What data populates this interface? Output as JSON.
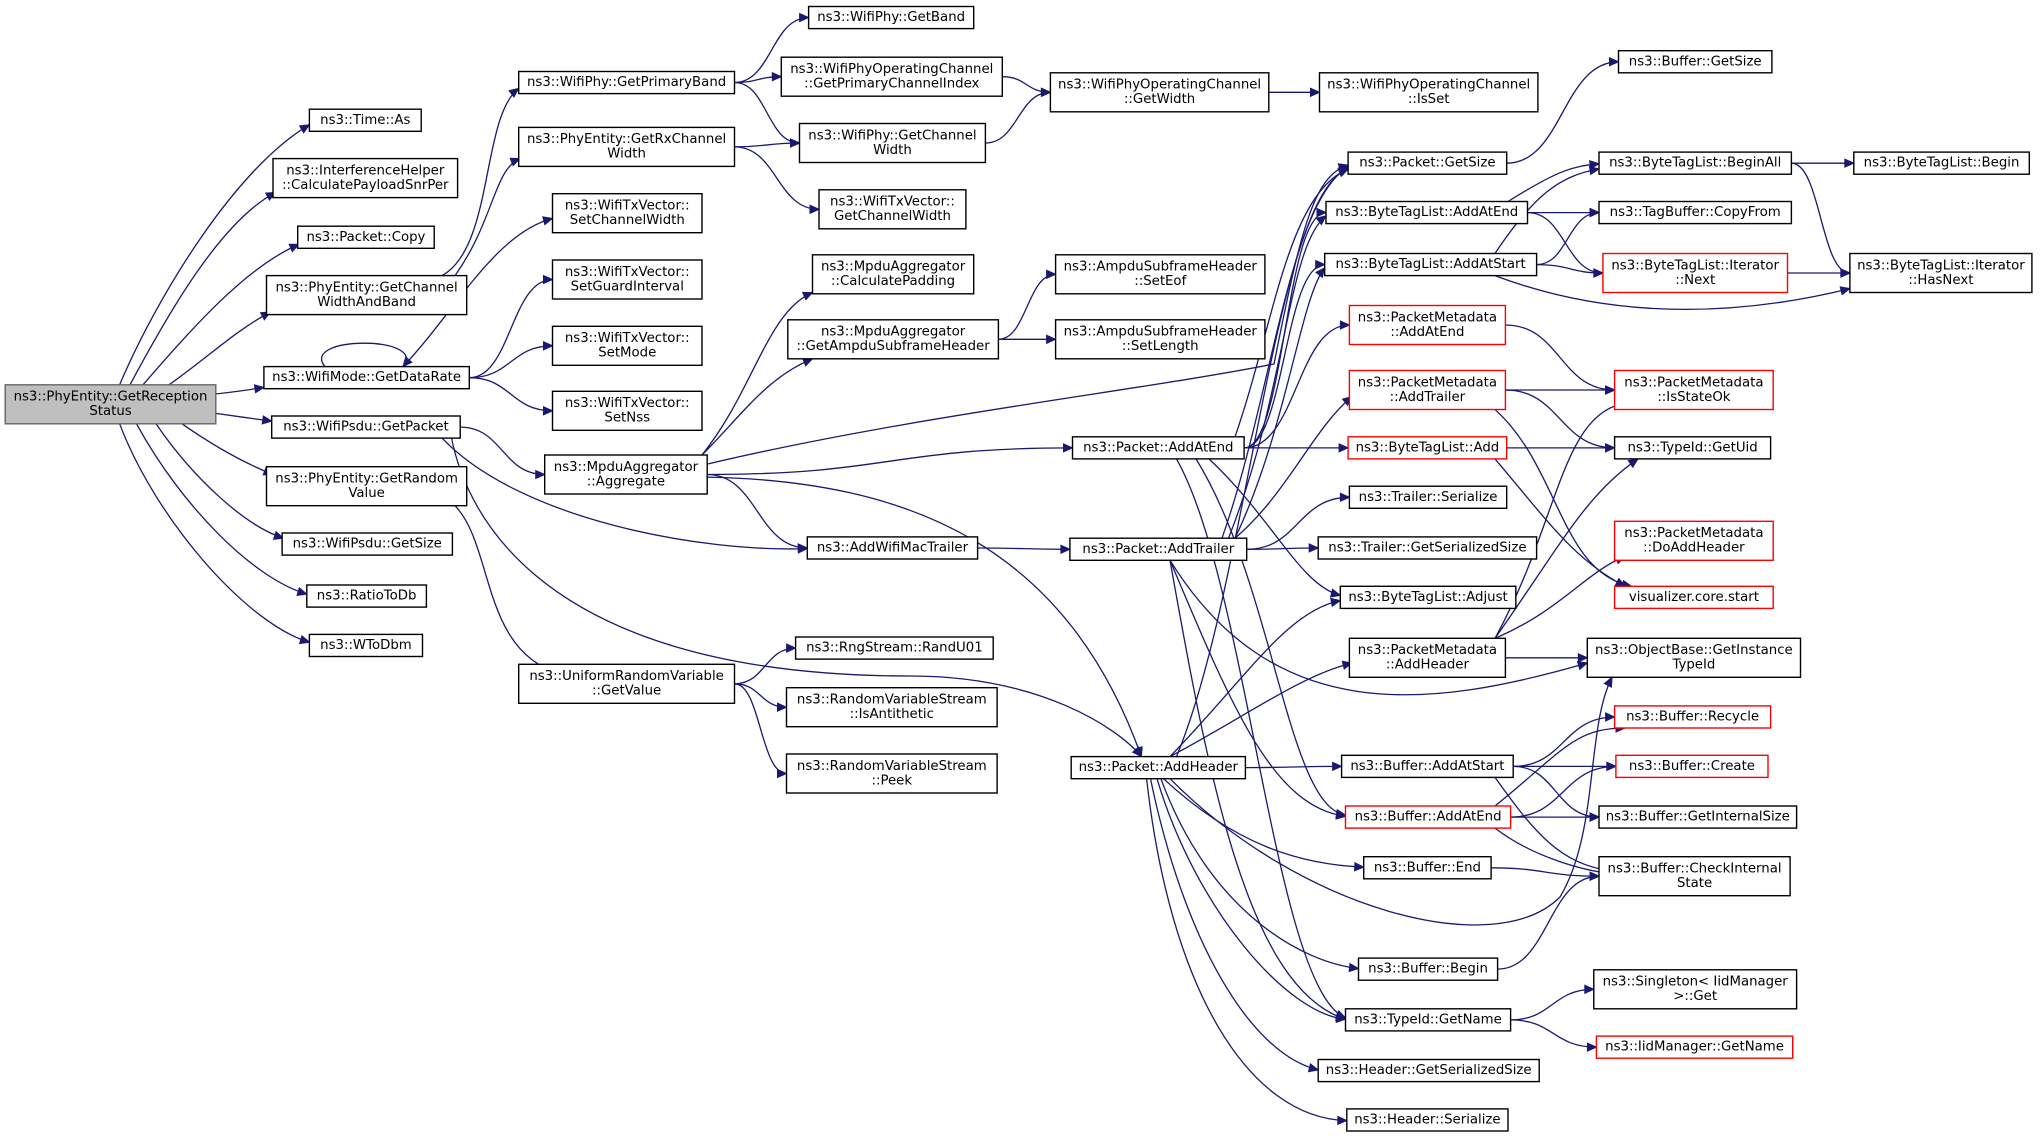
{
  "diagram": {
    "colors": {
      "edge": "#191970",
      "box": "#000000",
      "box_red": "#ff0000",
      "root_fill": "#bfbfbf",
      "root_stroke": "#666666"
    },
    "nodes": [
      {
        "id": "n0",
        "lines": [
          "ns3::PhyEntity::GetReception",
          "Status"
        ],
        "style": "root"
      },
      {
        "id": "n1",
        "lines": [
          "ns3::Time::As"
        ]
      },
      {
        "id": "n2",
        "lines": [
          "ns3::InterferenceHelper",
          "::CalculatePayloadSnrPer"
        ]
      },
      {
        "id": "n3",
        "lines": [
          "ns3::Packet::Copy"
        ]
      },
      {
        "id": "n4",
        "lines": [
          "ns3::PhyEntity::GetChannel",
          "WidthAndBand"
        ]
      },
      {
        "id": "n5",
        "lines": [
          "ns3::WifiMode::GetDataRate"
        ]
      },
      {
        "id": "n6",
        "lines": [
          "ns3::WifiPsdu::GetPacket"
        ]
      },
      {
        "id": "n7",
        "lines": [
          "ns3::PhyEntity::GetRandom",
          "Value"
        ]
      },
      {
        "id": "n8",
        "lines": [
          "ns3::WifiPsdu::GetSize"
        ]
      },
      {
        "id": "n9",
        "lines": [
          "ns3::RatioToDb"
        ]
      },
      {
        "id": "n10",
        "lines": [
          "ns3::WToDbm"
        ]
      },
      {
        "id": "n11",
        "lines": [
          "ns3::WifiPhy::GetPrimaryBand"
        ]
      },
      {
        "id": "n12",
        "lines": [
          "ns3::PhyEntity::GetRxChannel",
          "Width"
        ]
      },
      {
        "id": "n13",
        "lines": [
          "ns3::WifiTxVector::",
          "SetChannelWidth"
        ]
      },
      {
        "id": "n14",
        "lines": [
          "ns3::WifiTxVector::",
          "SetGuardInterval"
        ]
      },
      {
        "id": "n15",
        "lines": [
          "ns3::WifiTxVector::",
          "SetMode"
        ]
      },
      {
        "id": "n16",
        "lines": [
          "ns3::WifiTxVector::",
          "SetNss"
        ]
      },
      {
        "id": "n17",
        "lines": [
          "ns3::MpduAggregator",
          "::Aggregate"
        ]
      },
      {
        "id": "n18",
        "lines": [
          "ns3::UniformRandomVariable",
          "::GetValue"
        ]
      },
      {
        "id": "n19",
        "lines": [
          "ns3::WifiPhy::GetBand"
        ]
      },
      {
        "id": "n20",
        "lines": [
          "ns3::WifiPhyOperatingChannel",
          "::GetPrimaryChannelIndex"
        ]
      },
      {
        "id": "n21",
        "lines": [
          "ns3::WifiPhy::GetChannel",
          "Width"
        ]
      },
      {
        "id": "n22",
        "lines": [
          "ns3::WifiTxVector::",
          "GetChannelWidth"
        ]
      },
      {
        "id": "n23",
        "lines": [
          "ns3::MpduAggregator",
          "::CalculatePadding"
        ]
      },
      {
        "id": "n24",
        "lines": [
          "ns3::MpduAggregator",
          "::GetAmpduSubframeHeader"
        ]
      },
      {
        "id": "n25",
        "lines": [
          "ns3::AddWifiMacTrailer"
        ]
      },
      {
        "id": "n26",
        "lines": [
          "ns3::RngStream::RandU01"
        ]
      },
      {
        "id": "n27",
        "lines": [
          "ns3::RandomVariableStream",
          "::IsAntithetic"
        ]
      },
      {
        "id": "n28",
        "lines": [
          "ns3::RandomVariableStream",
          "::Peek"
        ]
      },
      {
        "id": "n29",
        "lines": [
          "ns3::WifiPhyOperatingChannel",
          "::GetWidth"
        ]
      },
      {
        "id": "n30",
        "lines": [
          "ns3::AmpduSubframeHeader",
          "::SetEof"
        ]
      },
      {
        "id": "n31",
        "lines": [
          "ns3::AmpduSubframeHeader",
          "::SetLength"
        ]
      },
      {
        "id": "n32",
        "lines": [
          "ns3::Packet::AddAtEnd"
        ]
      },
      {
        "id": "n33",
        "lines": [
          "ns3::Packet::AddTrailer"
        ]
      },
      {
        "id": "n34",
        "lines": [
          "ns3::Packet::AddHeader"
        ]
      },
      {
        "id": "n35",
        "lines": [
          "ns3::WifiPhyOperatingChannel",
          "::IsSet"
        ]
      },
      {
        "id": "n36",
        "lines": [
          "ns3::Packet::GetSize"
        ]
      },
      {
        "id": "n37",
        "lines": [
          "ns3::ByteTagList::AddAtEnd"
        ]
      },
      {
        "id": "n38",
        "lines": [
          "ns3::ByteTagList::AddAtStart"
        ]
      },
      {
        "id": "n39",
        "lines": [
          "ns3::PacketMetadata",
          "::AddAtEnd"
        ],
        "style": "red"
      },
      {
        "id": "n40",
        "lines": [
          "ns3::PacketMetadata",
          "::AddTrailer"
        ],
        "style": "red"
      },
      {
        "id": "n41",
        "lines": [
          "ns3::ByteTagList::Add"
        ],
        "style": "red"
      },
      {
        "id": "n42",
        "lines": [
          "ns3::Trailer::Serialize"
        ]
      },
      {
        "id": "n43",
        "lines": [
          "ns3::Trailer::GetSerializedSize"
        ]
      },
      {
        "id": "n44",
        "lines": [
          "ns3::ByteTagList::Adjust"
        ]
      },
      {
        "id": "n45",
        "lines": [
          "ns3::PacketMetadata",
          "::AddHeader"
        ]
      },
      {
        "id": "n46",
        "lines": [
          "ns3::Buffer::AddAtStart"
        ]
      },
      {
        "id": "n47",
        "lines": [
          "ns3::Buffer::AddAtEnd"
        ],
        "style": "red"
      },
      {
        "id": "n48",
        "lines": [
          "ns3::Buffer::End"
        ]
      },
      {
        "id": "n49",
        "lines": [
          "ns3::Buffer::Begin"
        ]
      },
      {
        "id": "n50",
        "lines": [
          "ns3::TypeId::GetName"
        ]
      },
      {
        "id": "n51",
        "lines": [
          "ns3::Header::GetSerializedSize"
        ]
      },
      {
        "id": "n52",
        "lines": [
          "ns3::Header::Serialize"
        ]
      },
      {
        "id": "n53",
        "lines": [
          "ns3::Buffer::GetSize"
        ]
      },
      {
        "id": "n54",
        "lines": [
          "ns3::ByteTagList::BeginAll"
        ]
      },
      {
        "id": "n55",
        "lines": [
          "ns3::TagBuffer::CopyFrom"
        ]
      },
      {
        "id": "n56",
        "lines": [
          "ns3::ByteTagList::Iterator",
          "::Next"
        ],
        "style": "red"
      },
      {
        "id": "n57",
        "lines": [
          "ns3::PacketMetadata",
          "::IsStateOk"
        ],
        "style": "red"
      },
      {
        "id": "n58",
        "lines": [
          "ns3::TypeId::GetUid"
        ]
      },
      {
        "id": "n59",
        "lines": [
          "ns3::PacketMetadata",
          "::DoAddHeader"
        ],
        "style": "red"
      },
      {
        "id": "n60",
        "lines": [
          "visualizer.core.start"
        ],
        "style": "red"
      },
      {
        "id": "n61",
        "lines": [
          "ns3::ObjectBase::GetInstance",
          "TypeId"
        ]
      },
      {
        "id": "n62",
        "lines": [
          "ns3::Buffer::Recycle"
        ],
        "style": "red"
      },
      {
        "id": "n63",
        "lines": [
          "ns3::Buffer::Create"
        ],
        "style": "red"
      },
      {
        "id": "n64",
        "lines": [
          "ns3::Buffer::GetInternalSize"
        ]
      },
      {
        "id": "n65",
        "lines": [
          "ns3::Buffer::CheckInternal",
          "State"
        ]
      },
      {
        "id": "n66",
        "lines": [
          "ns3::Singleton< IidManager",
          ">::Get"
        ]
      },
      {
        "id": "n67",
        "lines": [
          "ns3::IidManager::GetName"
        ],
        "style": "red"
      },
      {
        "id": "n68",
        "lines": [
          "ns3::ByteTagList::Begin"
        ]
      },
      {
        "id": "n69",
        "lines": [
          "ns3::ByteTagList::Iterator",
          "::HasNext"
        ]
      }
    ],
    "edges": [
      [
        "n0",
        "n1"
      ],
      [
        "n0",
        "n2"
      ],
      [
        "n0",
        "n3"
      ],
      [
        "n0",
        "n4"
      ],
      [
        "n0",
        "n5"
      ],
      [
        "n0",
        "n6"
      ],
      [
        "n0",
        "n7"
      ],
      [
        "n0",
        "n8"
      ],
      [
        "n0",
        "n9"
      ],
      [
        "n0",
        "n10"
      ],
      [
        "n4",
        "n11"
      ],
      [
        "n4",
        "n12"
      ],
      [
        "n5",
        "n5"
      ],
      [
        "n5",
        "n13"
      ],
      [
        "n5",
        "n14"
      ],
      [
        "n5",
        "n15"
      ],
      [
        "n5",
        "n16"
      ],
      [
        "n6",
        "n17"
      ],
      [
        "n6",
        "n25"
      ],
      [
        "n6",
        "n34"
      ],
      [
        "n7",
        "n18"
      ],
      [
        "n11",
        "n19"
      ],
      [
        "n11",
        "n20"
      ],
      [
        "n11",
        "n21"
      ],
      [
        "n12",
        "n21"
      ],
      [
        "n12",
        "n22"
      ],
      [
        "n17",
        "n23"
      ],
      [
        "n17",
        "n24"
      ],
      [
        "n17",
        "n25"
      ],
      [
        "n17",
        "n32"
      ],
      [
        "n17",
        "n34"
      ],
      [
        "n17",
        "n36"
      ],
      [
        "n18",
        "n26"
      ],
      [
        "n18",
        "n27"
      ],
      [
        "n18",
        "n28"
      ],
      [
        "n20",
        "n29"
      ],
      [
        "n21",
        "n29"
      ],
      [
        "n29",
        "n35"
      ],
      [
        "n24",
        "n30"
      ],
      [
        "n24",
        "n31"
      ],
      [
        "n25",
        "n33"
      ],
      [
        "n32",
        "n36"
      ],
      [
        "n32",
        "n37"
      ],
      [
        "n32",
        "n38"
      ],
      [
        "n32",
        "n39"
      ],
      [
        "n32",
        "n41"
      ],
      [
        "n32",
        "n44"
      ],
      [
        "n32",
        "n47"
      ],
      [
        "n32",
        "n50"
      ],
      [
        "n33",
        "n36"
      ],
      [
        "n33",
        "n37"
      ],
      [
        "n33",
        "n38"
      ],
      [
        "n33",
        "n40"
      ],
      [
        "n33",
        "n42"
      ],
      [
        "n33",
        "n43"
      ],
      [
        "n33",
        "n47"
      ],
      [
        "n33",
        "n50"
      ],
      [
        "n33",
        "n61"
      ],
      [
        "n34",
        "n36"
      ],
      [
        "n34",
        "n44"
      ],
      [
        "n34",
        "n45"
      ],
      [
        "n34",
        "n46"
      ],
      [
        "n34",
        "n48"
      ],
      [
        "n34",
        "n49"
      ],
      [
        "n34",
        "n50"
      ],
      [
        "n34",
        "n51"
      ],
      [
        "n34",
        "n52"
      ],
      [
        "n34",
        "n61"
      ],
      [
        "n36",
        "n53"
      ],
      [
        "n37",
        "n54"
      ],
      [
        "n37",
        "n55"
      ],
      [
        "n37",
        "n56"
      ],
      [
        "n38",
        "n54"
      ],
      [
        "n38",
        "n55"
      ],
      [
        "n38",
        "n56"
      ],
      [
        "n38",
        "n69"
      ],
      [
        "n39",
        "n57"
      ],
      [
        "n40",
        "n57"
      ],
      [
        "n40",
        "n58"
      ],
      [
        "n40",
        "n60"
      ],
      [
        "n41",
        "n58"
      ],
      [
        "n41",
        "n60"
      ],
      [
        "n45",
        "n57"
      ],
      [
        "n45",
        "n58"
      ],
      [
        "n45",
        "n59"
      ],
      [
        "n45",
        "n61"
      ],
      [
        "n46",
        "n62"
      ],
      [
        "n46",
        "n63"
      ],
      [
        "n46",
        "n64"
      ],
      [
        "n46",
        "n65"
      ],
      [
        "n47",
        "n62"
      ],
      [
        "n47",
        "n63"
      ],
      [
        "n47",
        "n64"
      ],
      [
        "n47",
        "n65"
      ],
      [
        "n48",
        "n65"
      ],
      [
        "n49",
        "n65"
      ],
      [
        "n50",
        "n66"
      ],
      [
        "n50",
        "n67"
      ],
      [
        "n54",
        "n68"
      ],
      [
        "n54",
        "n69"
      ],
      [
        "n56",
        "n69"
      ]
    ]
  }
}
